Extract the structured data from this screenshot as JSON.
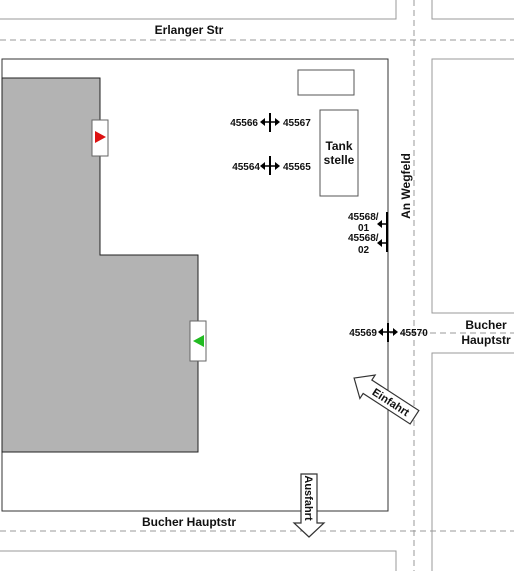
{
  "streets": {
    "erlanger": "Erlanger Str",
    "an_wegfeld": "An Wegfeld",
    "bucher_hauptstr_east_1": "Bucher",
    "bucher_hauptstr_east_2": "Hauptstr",
    "bucher_hauptstr_south": "Bucher Hauptstr"
  },
  "facilities": {
    "tank_line1": "Tank",
    "tank_line2": "stelle"
  },
  "gates": {
    "g45566": "45566",
    "g45567": "45567",
    "g45564": "45564",
    "g45565": "45565",
    "g45568_01_line1": "45568/",
    "g45568_01_line2": "01",
    "g45568_02_line1": "45568/",
    "g45568_02_line2": "02",
    "g45569": "45569",
    "g45570": "45570"
  },
  "access": {
    "entry": "Einfahrt",
    "exit": "Ausfahrt"
  },
  "colors": {
    "building": "#b3b3b3",
    "marker_red": "#dd1111",
    "marker_green": "#22bb22",
    "road_dash": "#999999"
  }
}
